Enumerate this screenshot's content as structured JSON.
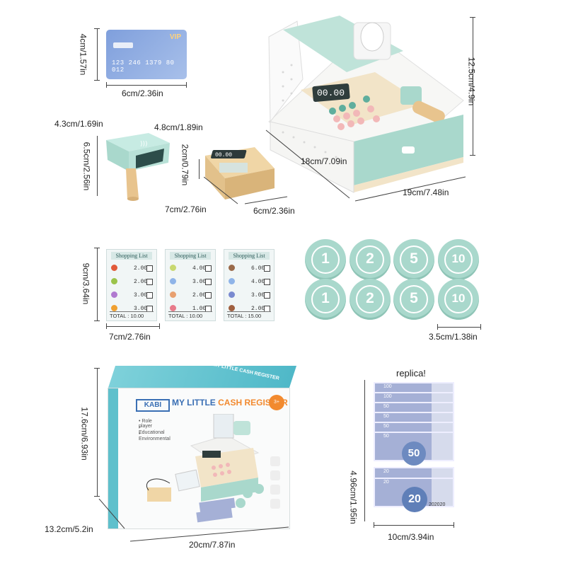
{
  "card": {
    "vip": "VIP",
    "number": "123 246 1379 80 012",
    "height_label": "4cm/1.57in",
    "width_label": "6cm/2.36in"
  },
  "scanner": {
    "width_label_1": "4.3cm/1.69in",
    "width_label_2": "4.8cm/1.89in",
    "height_label": "6.5cm/2.56in"
  },
  "pos_machine": {
    "display": "00.00",
    "height_label": "2cm/0.79in",
    "width_label": "6cm/2.36in",
    "depth_label": "7cm/2.76in"
  },
  "register": {
    "display": "00.00",
    "height_label": "12.5cm/4.9in",
    "depth_label": "18cm/7.09in",
    "width_label": "19cm/7.48in"
  },
  "shopping_lists": {
    "height_label": "9cm/3.64in",
    "width_label": "7cm/2.76in",
    "lists": [
      {
        "title": "Shopping List",
        "prices": [
          "2.00",
          "2.00",
          "3.00",
          "3.00"
        ],
        "total": "TOTAL : 10.00",
        "icon_colors": [
          "#e25a3a",
          "#9bc34a",
          "#b07ad0",
          "#f0a030"
        ]
      },
      {
        "title": "Shopping List",
        "prices": [
          "4.00",
          "3.00",
          "2.00",
          "1.00"
        ],
        "total": "TOTAL : 10.00",
        "icon_colors": [
          "#c8d870",
          "#8fb4e8",
          "#e8a070",
          "#e87a8a"
        ]
      },
      {
        "title": "Shopping List",
        "prices": [
          "6.00",
          "4.00",
          "3.00",
          "2.00"
        ],
        "total": "TOTAL : 15.00",
        "icon_colors": [
          "#9a6a4a",
          "#8fb4e8",
          "#7a8ad0",
          "#a06040"
        ]
      }
    ]
  },
  "coins": {
    "values": [
      "1",
      "2",
      "5",
      "10",
      "1",
      "2",
      "5",
      "10"
    ],
    "size_label": "3.5cm/1.38in"
  },
  "box": {
    "brand": "KABI",
    "title_a": "MY LITTLE ",
    "title_b": "CASH REGISTER",
    "side_title": "MY LITTLE CASH REGISTER",
    "age": "3+",
    "features": [
      "• Role player",
      "• Educational",
      "• Environmental"
    ],
    "height_label": "17.6cm/6.93in",
    "depth_label": "13.2cm/5.2in",
    "width_label": "20cm/7.87in"
  },
  "money": {
    "caption": "replica!",
    "denominations": [
      "100",
      "100",
      "50",
      "50",
      "50",
      "50",
      "20",
      "20"
    ],
    "big_50": "50",
    "big_20": "20",
    "serial": "202020",
    "height_label": "4.96cm/1.95in",
    "width_label": "10cm/3.94in"
  },
  "colors": {
    "mint": "#a9d8cc",
    "accent_blue": "#3a6fb4",
    "accent_orange": "#f28a2f",
    "bill": "#a5b0d6"
  }
}
